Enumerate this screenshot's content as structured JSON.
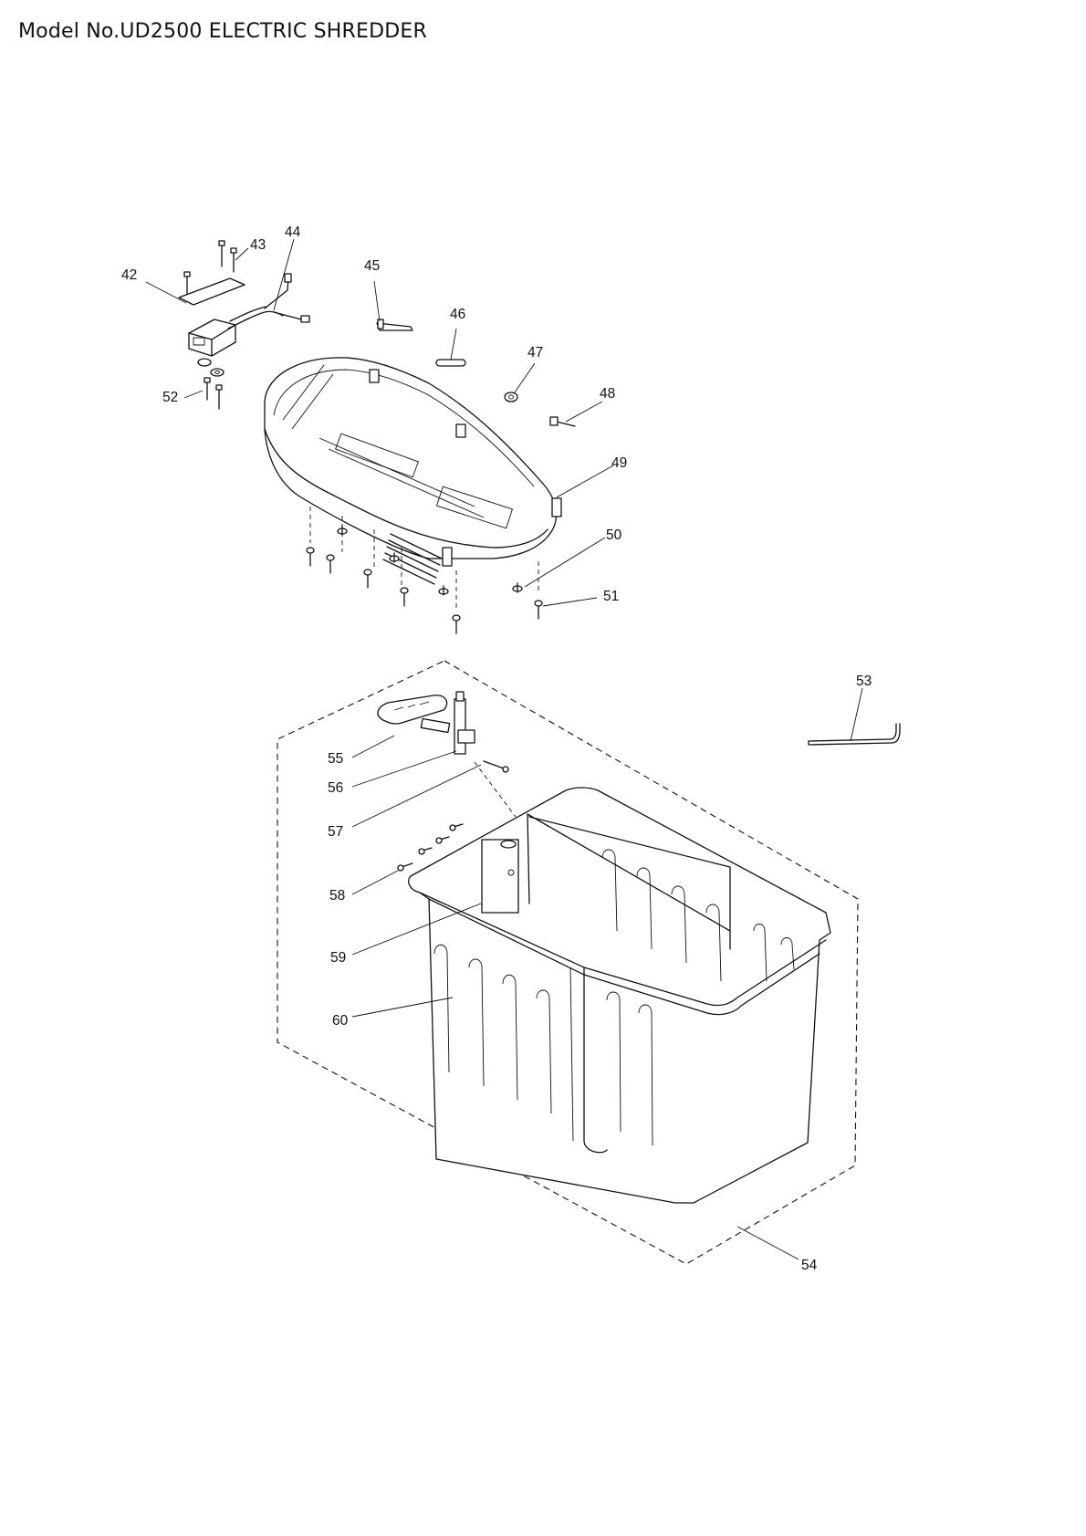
{
  "title": "Model No.UD2500 ELECTRIC SHREDDER",
  "callouts": [
    "42",
    "43",
    "44",
    "45",
    "46",
    "47",
    "48",
    "49",
    "50",
    "51",
    "52",
    "53",
    "54",
    "55",
    "56",
    "57",
    "58",
    "59",
    "60"
  ]
}
